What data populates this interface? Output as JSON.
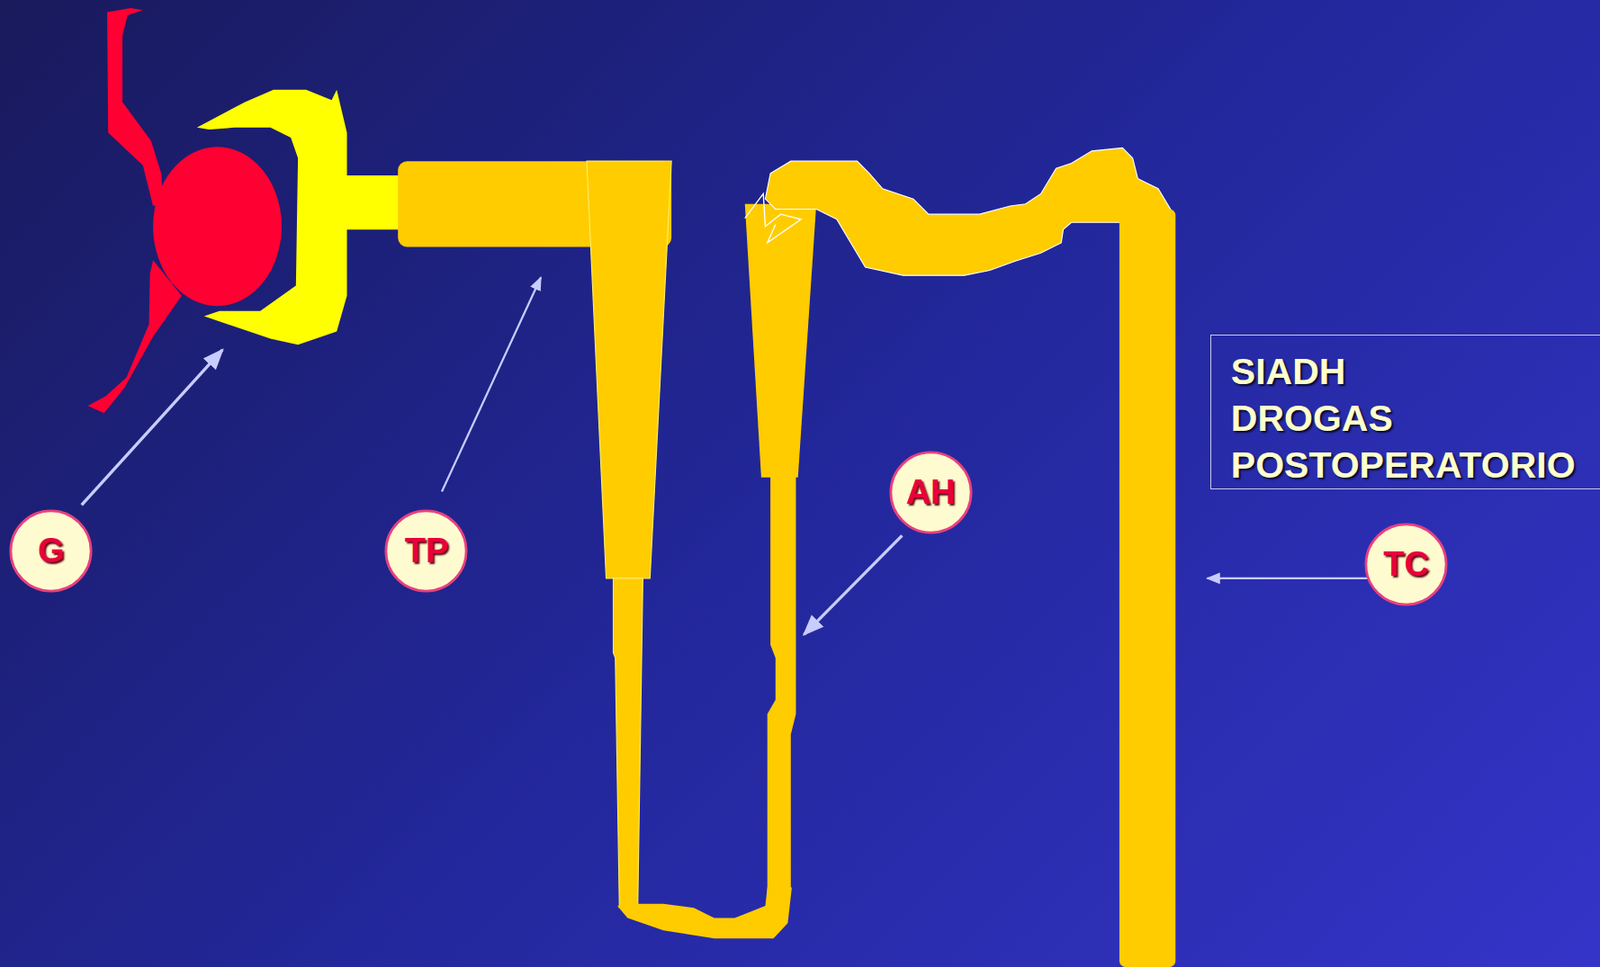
{
  "diagram": {
    "nodes": [
      {
        "text": [
          "SIADH",
          "DROGAS",
          "POSTOPERATORIO"
        ]
      },
      {
        "text": [
          "AH"
        ]
      },
      {
        "text": [
          "G"
        ]
      },
      {
        "text": [
          "TP"
        ]
      },
      {
        "text": [
          "TC"
        ]
      }
    ]
  }
}
